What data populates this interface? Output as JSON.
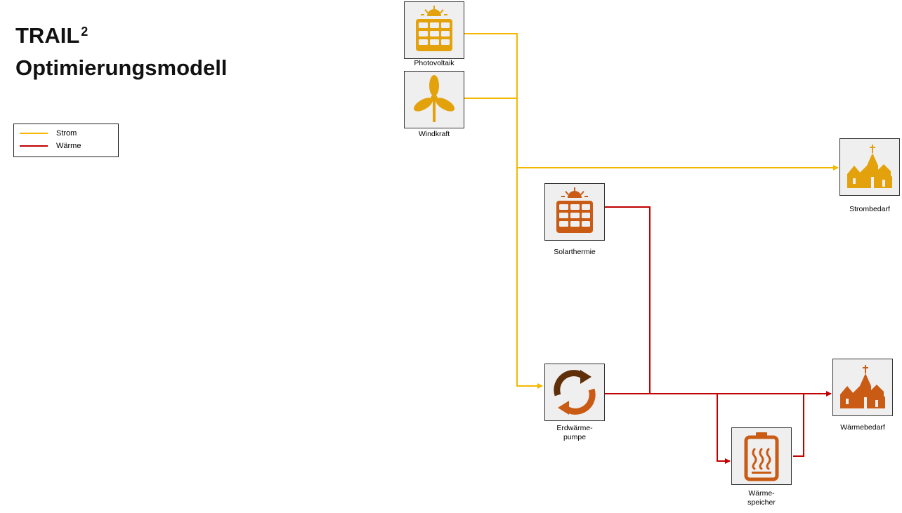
{
  "title": {
    "line1": "TRAIL",
    "sup": "2",
    "line2": "Optimierungsmodell"
  },
  "colors": {
    "strom": "#f5b800",
    "waerme": "#c00000",
    "icon_yellow": "#e3a20b",
    "icon_orange": "#c95b14",
    "icon_brown": "#5f2f0a"
  },
  "legend": [
    {
      "label": "Strom",
      "color": "#f5b800"
    },
    {
      "label": "Wärme",
      "color": "#c00000"
    }
  ],
  "nodes": {
    "photovoltaik": {
      "label": "Photovoltaik",
      "icon": "solar-panel-icon"
    },
    "windkraft": {
      "label": "Windkraft",
      "icon": "wind-turbine-icon"
    },
    "solarthermie": {
      "label": "Solarthermie",
      "icon": "solar-panel-icon"
    },
    "erdwaerme": {
      "label_line1": "Erdwärme-",
      "label_line2": "pumpe",
      "icon": "recycle-icon"
    },
    "strombedarf": {
      "label": "Strombedarf",
      "icon": "town-icon"
    },
    "waermebedarf": {
      "label": "Wärmebedarf",
      "icon": "town-icon"
    },
    "speicher": {
      "label_line1": "Wärme-",
      "label_line2": "speicher",
      "icon": "heat-battery-icon"
    }
  }
}
